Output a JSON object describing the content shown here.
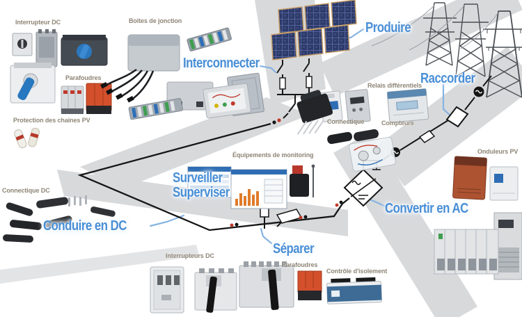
{
  "actions": {
    "produire": "Produire",
    "interconnecter": "Interconnecter",
    "raccorder": "Raccorder",
    "surveiller": "Surveiller",
    "superviser": "Superviser",
    "convertir_en_ac": "Convertir en AC",
    "conduire_en_dc": "Conduire en DC",
    "separer": "Séparer"
  },
  "product_labels": {
    "interrupteur_dc": "Interrupteur DC",
    "parafoudres_haut": "Parafoudres",
    "protection_chaines_pv": "Protection des chaines PV",
    "boites_de_jonction": "Boîtes de jonction",
    "connectique_dc": "Connectique DC",
    "relais_differentiels": "Relais différentiels",
    "connectique": "Connectique",
    "compteurs": "Compteurs",
    "equipements_monitoring": "Équipements de monitoring",
    "onduleurs_pv": "Onduleurs PV",
    "interrupteurs_dc": "Interrupteurs DC",
    "parafoudres_bas": "Parafoudres",
    "controle_isolement": "Contrôle d'isolement"
  },
  "colors": {
    "action_label_blue": "#4a8fd6",
    "product_label_taupe": "#8e8575",
    "road_gray": "#d8d9db",
    "schematic_black": "#161616",
    "solar_panel_blue": "#2c3a69",
    "surge_protector_red": "#d4502c",
    "leader_blue": "#85b4e2"
  }
}
